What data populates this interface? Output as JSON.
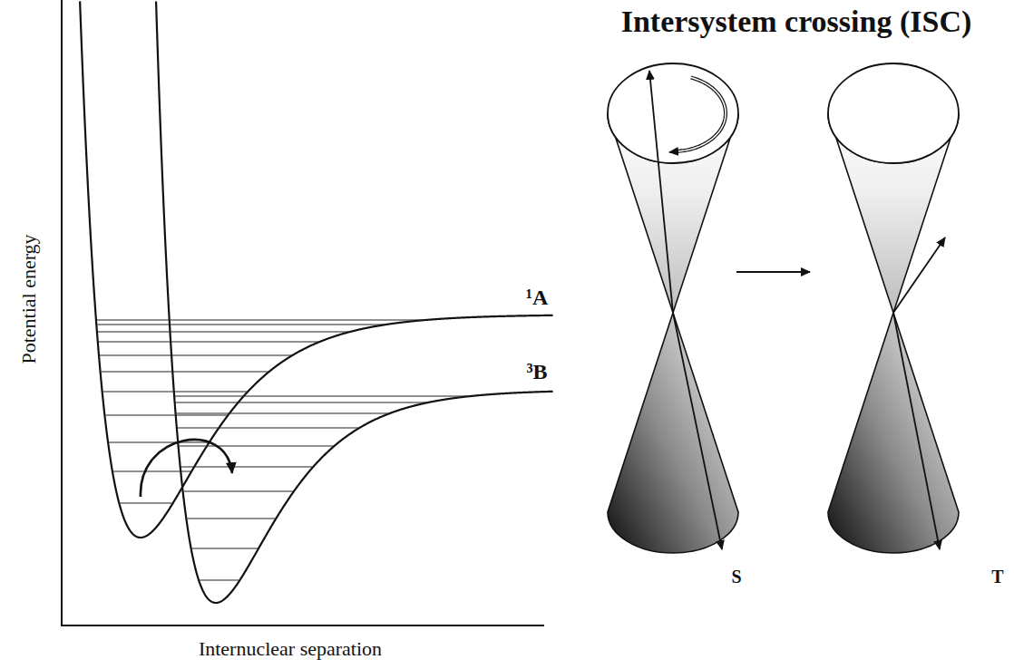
{
  "diagram": {
    "title": "Intersystem crossing (ISC)",
    "labels": [
      "Potential energy",
      "Internuclear separation",
      "¹A",
      "³B",
      "S",
      "T"
    ]
  }
}
